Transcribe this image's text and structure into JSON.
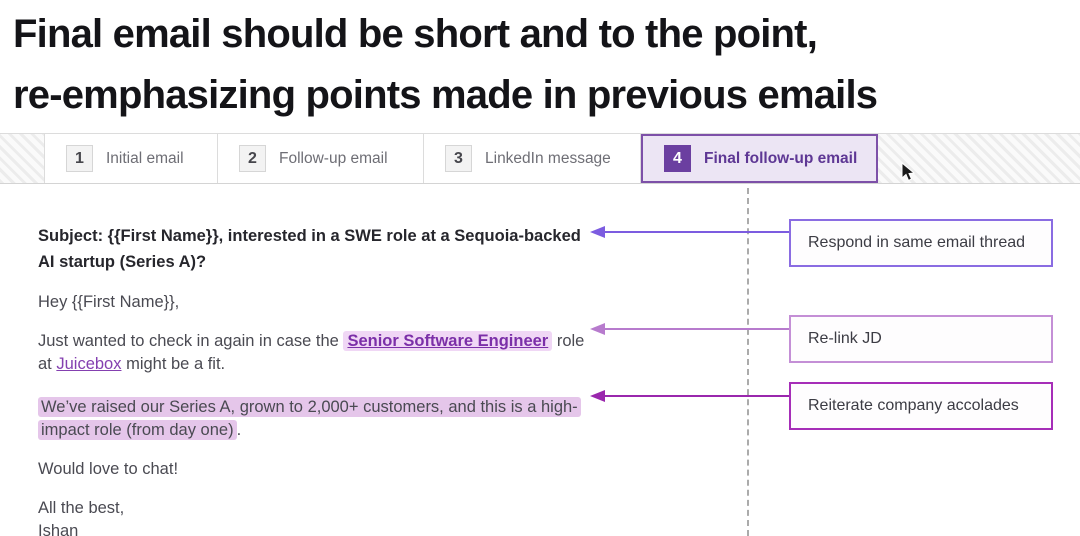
{
  "heading": {
    "line1": "Final email should be short and to the point,",
    "line2": "re-emphasizing points made in previous emails"
  },
  "tabs": [
    {
      "number": "1",
      "label": "Initial email",
      "active": false
    },
    {
      "number": "2",
      "label": "Follow-up email",
      "active": false
    },
    {
      "number": "3",
      "label": "LinkedIn message",
      "active": false
    },
    {
      "number": "4",
      "label": "Final follow-up email",
      "active": true
    }
  ],
  "email": {
    "subject": "Subject: {{First Name}}, interested in a SWE role at a Sequoia-backed AI startup (Series A)?",
    "greeting": "Hey {{First Name}},",
    "para_check_in": {
      "prefix": "Just wanted to check in again in case the ",
      "job_link": "Senior Software Engineer",
      "middle": " role at ",
      "company_link": "Juicebox",
      "suffix": " might be a fit."
    },
    "para_accolades": {
      "highlighted": "We’ve raised our Series A, grown to 2,000+ customers, and this is a high-impact role (from day one)",
      "suffix": "."
    },
    "closing": "Would love to chat!",
    "signoff": "All the best,",
    "signature": "Ishan"
  },
  "annotations": [
    {
      "label": "Respond in same email thread",
      "border_color": "#8a6ce2",
      "arrow_color": "#7c5ce0"
    },
    {
      "label": "Re-link JD",
      "border_color": "#c48fd6",
      "arrow_color": "#b77bcd"
    },
    {
      "label": "Reiterate company accolades",
      "border_color": "#a62eb8",
      "arrow_color": "#9a27ad"
    }
  ],
  "colors": {
    "active_tab_bg": "#ece5f4",
    "active_tab_border": "#7d50a8",
    "active_badge_bg": "#6b3fa0",
    "link_purple": "#7b2fa8",
    "text_highlight": "#e5c6ea"
  }
}
